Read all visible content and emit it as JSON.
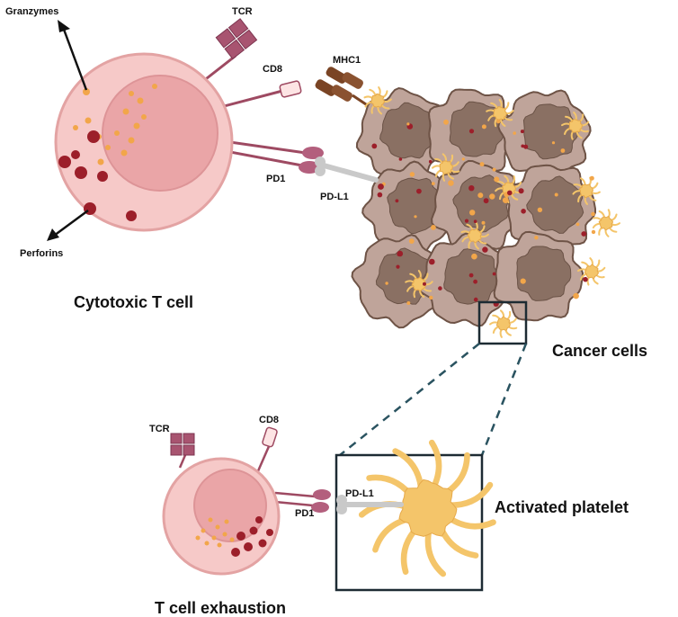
{
  "labels": {
    "granzymes": "Granzymes",
    "perforins": "Perforins",
    "tcr_top": "TCR",
    "cd8_top": "CD8",
    "mhc1": "MHC1",
    "pd1_top": "PD1",
    "pdl1_top": "PD-L1",
    "cytotoxic_t_cell": "Cytotoxic T cell",
    "cancer_cells": "Cancer cells",
    "tcr_bottom": "TCR",
    "cd8_bottom": "CD8",
    "pd1_bottom": "PD1",
    "pdl1_inset": "PD-L1",
    "activated_platelet": "Activated platelet",
    "t_cell_exhaustion": "T cell exhaustion"
  },
  "colors": {
    "t_cell_body": "#f6c9c8",
    "t_cell_outline": "#e3a3a3",
    "t_cell_nucleus": "#eaa5a7",
    "receptor": "#9e4a62",
    "mhc": "#7a4424",
    "pdl1": "#c9c9c9",
    "cancer_body": "#bfa49a",
    "cancer_outline": "#6e5346",
    "cancer_nucleus": "#8a7063",
    "platelet": "#f4c56a",
    "granule_orange": "#f2a64a",
    "perforin_red": "#9c1f2a",
    "zoom_line": "#2a5360",
    "frame": "#1d2b33"
  }
}
